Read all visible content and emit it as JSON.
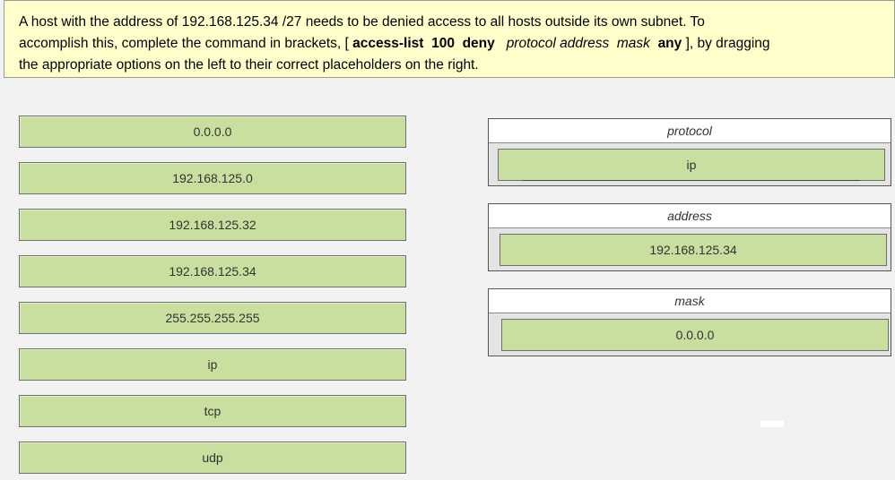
{
  "question": {
    "line1": "A host with the address of 192.168.125.34 /27 needs to be denied access to all hosts outside its own subnet. To",
    "line2_pre": "accomplish this, complete the command in brackets, [ ",
    "line2_cmd1": "access-list",
    "line2_sp1": "  ",
    "line2_cmd2": "100",
    "line2_sp2": "  ",
    "line2_cmd3": "deny",
    "line2_sp3": "   ",
    "line2_italic": "protocol address  mask",
    "line2_sp4": "  ",
    "line2_cmd4": "any",
    "line2_post": " ], by dragging",
    "line3": "the appropriate options on the left to their correct placeholders on the right."
  },
  "options": [
    {
      "label": "0.0.0.0"
    },
    {
      "label": "192.168.125.0"
    },
    {
      "label": "192.168.125.32"
    },
    {
      "label": "192.168.125.34"
    },
    {
      "label": "255.255.255.255"
    },
    {
      "label": "ip"
    },
    {
      "label": "tcp"
    },
    {
      "label": "udp"
    }
  ],
  "targets": [
    {
      "header": "protocol",
      "value": "ip"
    },
    {
      "header": "address",
      "value": "192.168.125.34"
    },
    {
      "header": "mask",
      "value": "0.0.0.0"
    }
  ]
}
